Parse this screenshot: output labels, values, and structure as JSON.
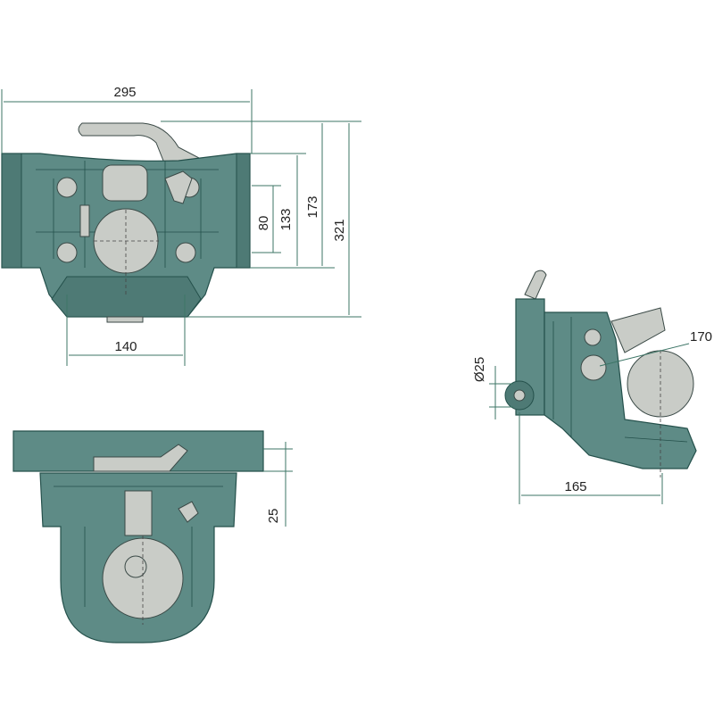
{
  "drawing": {
    "views": [
      "front-view",
      "side-view",
      "bottom-view"
    ],
    "dimensions": {
      "overall_width": "295",
      "height_80": "80",
      "height_133": "133",
      "height_173": "173",
      "height_321": "321",
      "bolt_spacing": "140",
      "ball_170": "170",
      "pin_diameter": "Ø25",
      "side_length": "165",
      "plate_25": "25"
    },
    "colors": {
      "body": "#5e8b86",
      "outline": "#24504b",
      "ball": "#c9ccc7",
      "dimension": "#3d7566"
    }
  }
}
